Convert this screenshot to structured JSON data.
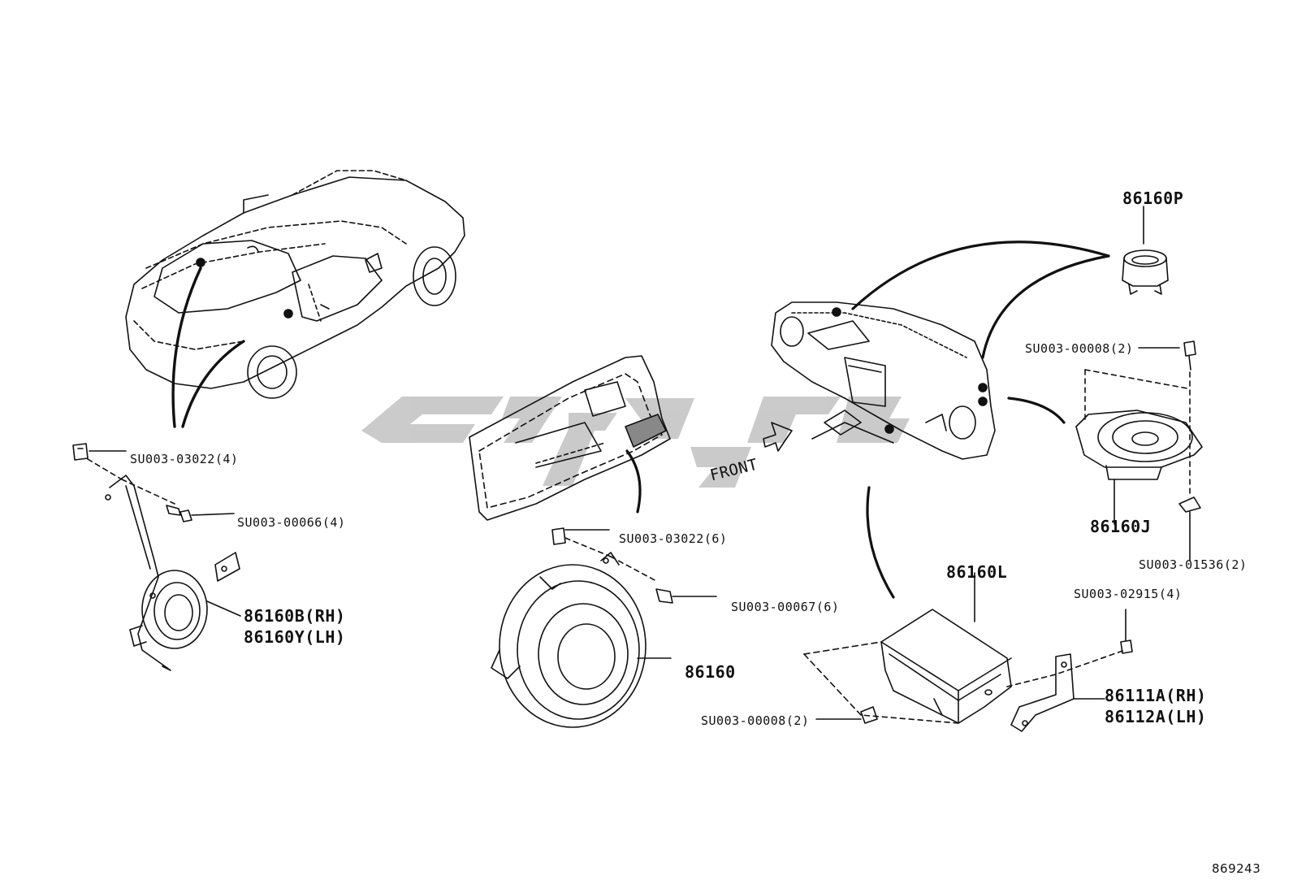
{
  "labels": {
    "part_86160P": "86160P",
    "su_00008_top": "SU003-00008(2)",
    "part_86160J": "86160J",
    "su_01536": "SU003-01536(2)",
    "part_86160L": "86160L",
    "su_02915": "SU003-02915(4)",
    "part_86111A": "86111A(RH)",
    "part_86112A": "86112A(LH)",
    "su_00008_bottom": "SU003-00008(2)",
    "su_03022_left": "SU003-03022(4)",
    "su_00066": "SU003-00066(4)",
    "part_86160B": "86160B(RH)",
    "part_86160Y": "86160Y(LH)",
    "su_03022_mid": "SU003-03022(6)",
    "su_00067": "SU003-00067(6)",
    "part_86160": "86160",
    "front": "FRONT",
    "diagram_ref": "869243"
  },
  "colors": {
    "line": "#111111",
    "watermark": "#c8c8c8",
    "background": "#ffffff"
  }
}
